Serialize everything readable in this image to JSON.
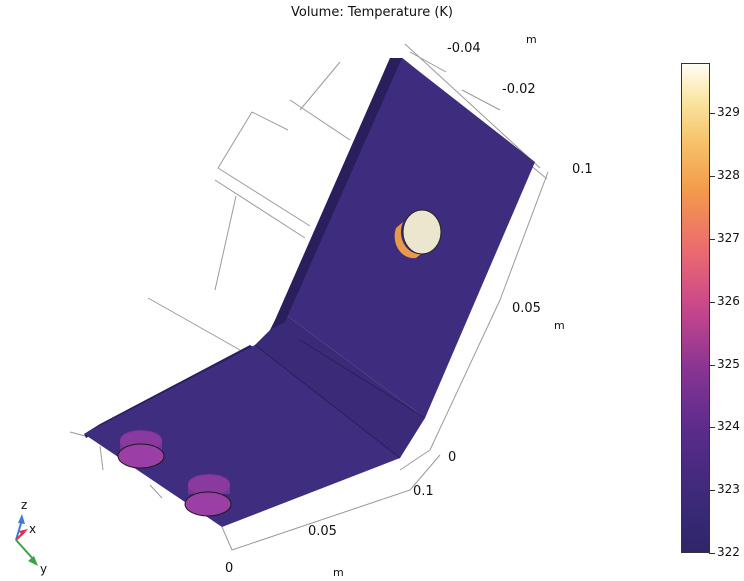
{
  "plot": {
    "title": "Volume: Temperature (K)"
  },
  "axes": {
    "depth_ticks": [
      "-0.04",
      "-0.02"
    ],
    "depth_unit": "m",
    "height_ticks": [
      "0.1",
      "0.05",
      "0"
    ],
    "height_unit": "m",
    "width_ticks": [
      "0.1",
      "0.05",
      "0"
    ],
    "width_unit": "m"
  },
  "colorbar": {
    "tick_labels": [
      "329",
      "328",
      "327",
      "326",
      "325",
      "324",
      "323",
      "322"
    ],
    "min": 322,
    "max": 329.8,
    "colormap_colors": [
      "#2f2568",
      "#5a2b8c",
      "#8b3593",
      "#c8478a",
      "#ec6b6f",
      "#f39a4a",
      "#f6c26a",
      "#fffdf5"
    ]
  },
  "triad": {
    "z_label": "z",
    "x_label": "x",
    "y_label": "y",
    "z_color": "#3a7bd5",
    "x_color": "#d8344a",
    "y_color": "#3aa345"
  },
  "model": {
    "plate_color": "#3e2c7e",
    "hot_bolt_color": "#ece6cf",
    "warm_bolt_color": "#9b3ea6"
  }
}
